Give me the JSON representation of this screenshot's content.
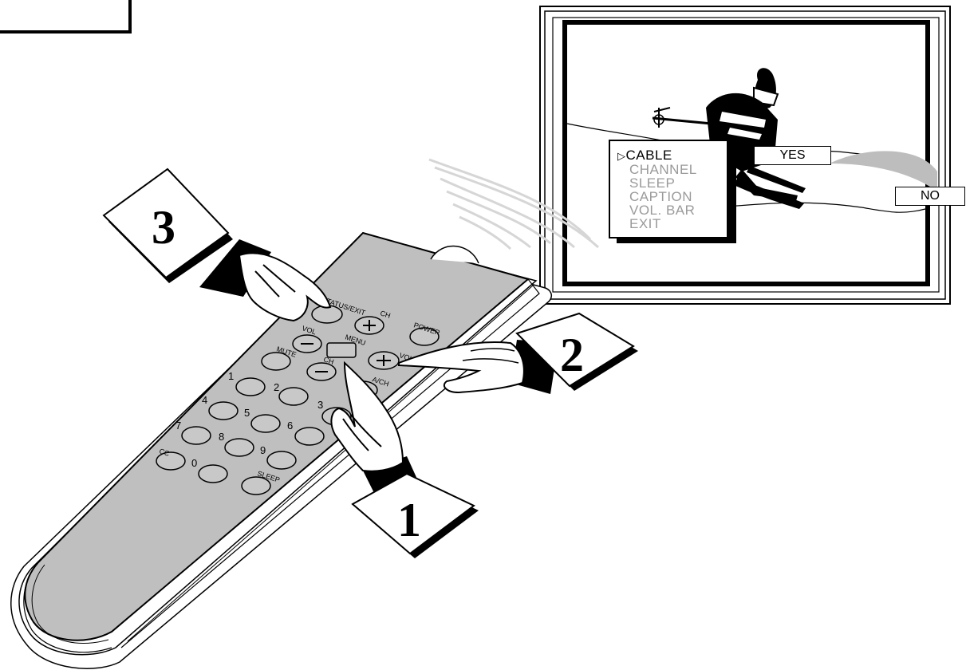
{
  "tv": {
    "menu": {
      "pointer": "▷",
      "items": [
        {
          "label": "CABLE",
          "selected": true
        },
        {
          "label": "CHANNEL",
          "selected": false
        },
        {
          "label": "SLEEP",
          "selected": false
        },
        {
          "label": "CAPTION",
          "selected": false
        },
        {
          "label": "VOL. BAR",
          "selected": false
        },
        {
          "label": "EXIT",
          "selected": false
        }
      ]
    },
    "options": {
      "yes": "YES",
      "no": "NO"
    }
  },
  "remote": {
    "buttons": {
      "status_exit": "STATUS/EXIT",
      "ch": "CH",
      "power": "POWER",
      "vol": "VOL",
      "menu": "MENU",
      "mute": "MUTE",
      "ach": "A/CH",
      "cc": "CC",
      "sleep": "SLEEP"
    },
    "digits": [
      "1",
      "2",
      "3",
      "4",
      "5",
      "6",
      "7",
      "8",
      "9",
      "0"
    ]
  },
  "steps": [
    "1",
    "2",
    "3"
  ],
  "colors": {
    "ink": "#000000",
    "paper": "#ffffff",
    "menu_dim": "#9a9a9a",
    "motion": "#d6d6d6"
  }
}
